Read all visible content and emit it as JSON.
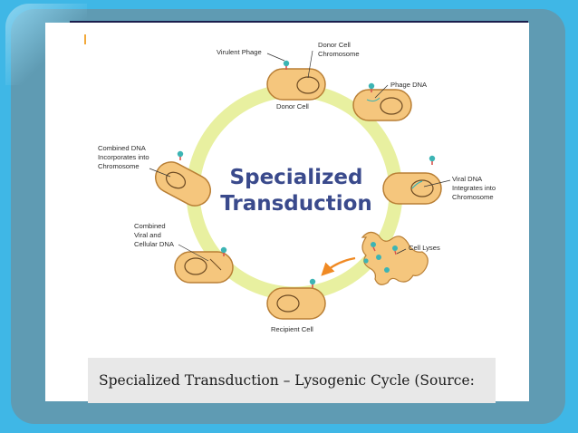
{
  "diagram": {
    "title_line1": "Specialized",
    "title_line2": "Transduction",
    "labels": {
      "virulent_phage": "Virulent Phage",
      "donor_cell_chromosome_1": "Donor Cell",
      "donor_cell_chromosome_2": "Chromosome",
      "phage_dna": "Phage DNA",
      "donor_cell": "Donor Cell",
      "viral_dna_1": "Viral DNA",
      "viral_dna_2": "Integrates into",
      "viral_dna_3": "Chromosome",
      "cell_lyses": "Cell Lyses",
      "recipient_cell": "Recipient Cell",
      "combined_viral_1": "Combined",
      "combined_viral_2": "Viral and",
      "combined_viral_3": "Cellular DNA",
      "combined_dna_1": "Combined DNA",
      "combined_dna_2": "Incorporates into",
      "combined_dna_3": "Chromosome"
    },
    "colors": {
      "cycle_ring": "#e8f0a0",
      "cell_fill": "#f5c67d",
      "cell_stroke": "#b97f35",
      "phage_head": "#3cb4b4",
      "phage_tail": "#d9534f",
      "arrow": "#f08a24",
      "title": "#3a4a8c"
    }
  },
  "caption": "Specialized Transduction – Lysogenic Cycle (Source:"
}
